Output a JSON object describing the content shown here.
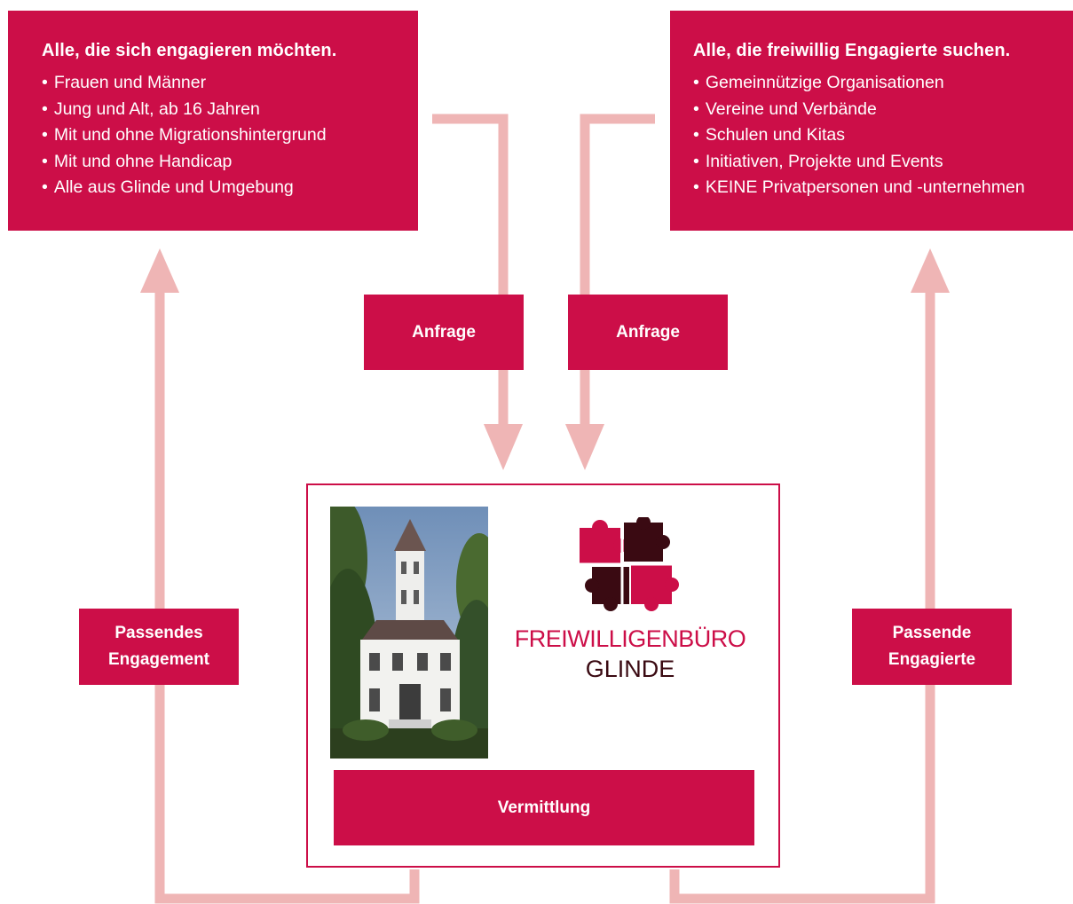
{
  "left_group": {
    "title": "Alle, die sich engagieren möchten.",
    "items": [
      "Frauen und Männer",
      "Jung und Alt, ab 16 Jahren",
      "Mit und ohne Migrationshintergrund",
      "Mit und ohne Handicap",
      "Alle aus Glinde und Umgebung"
    ]
  },
  "right_group": {
    "title": "Alle, die freiwillig Engagierte suchen.",
    "items": [
      "Gemeinnützige Organisationen",
      "Vereine und Verbände",
      "Schulen und Kitas",
      "Initiativen, Projekte und Events",
      "KEINE Privatpersonen und -unternehmen"
    ]
  },
  "labels": {
    "left_request": "Anfrage",
    "right_request": "Anfrage",
    "left_return_line1": "Passendes",
    "left_return_line2": "Engagement",
    "right_return_line1": "Passende",
    "right_return_line2": "Engagierte",
    "mediation": "Vermittlung"
  },
  "center": {
    "org_name_line1": "FREIWILLIGENBÜRO",
    "org_name_line2": "GLINDE",
    "photo": "villa-building-photo",
    "logo": "puzzle-pieces-logo"
  },
  "colors": {
    "primary": "#cc0e48",
    "arrow": "#efb5b5",
    "dark_puzzle": "#3a0a12"
  }
}
